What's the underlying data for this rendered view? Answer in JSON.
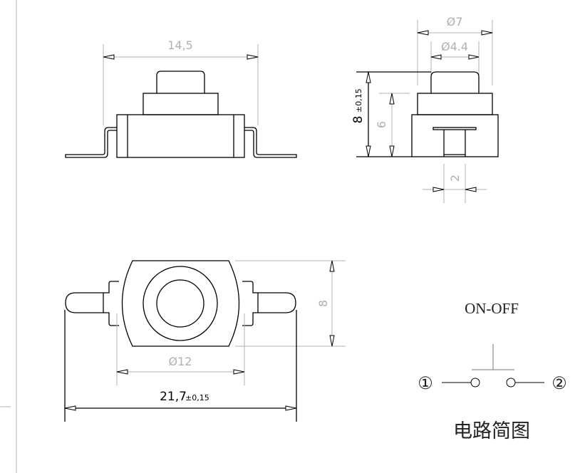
{
  "title": "Switch dimension drawing",
  "front_view": {
    "width_label": "14,5"
  },
  "side_view": {
    "outer_diameter_label": "Ø7",
    "button_diameter_label": "Ø4.4",
    "height_label": "8",
    "height_tolerance": "±0,15",
    "body_height_label": "6",
    "slot_width_label": "2"
  },
  "top_view": {
    "body_width_label": "8",
    "body_diameter_label": "Ø12",
    "overall_length_label": "21,7",
    "overall_length_tolerance": "±0,15"
  },
  "circuit": {
    "title": "ON-OFF",
    "terminal_1": "①",
    "terminal_2": "②",
    "caption": "电路简图"
  },
  "colors": {
    "line": "#000000",
    "dimension": "#b0b0b0"
  }
}
